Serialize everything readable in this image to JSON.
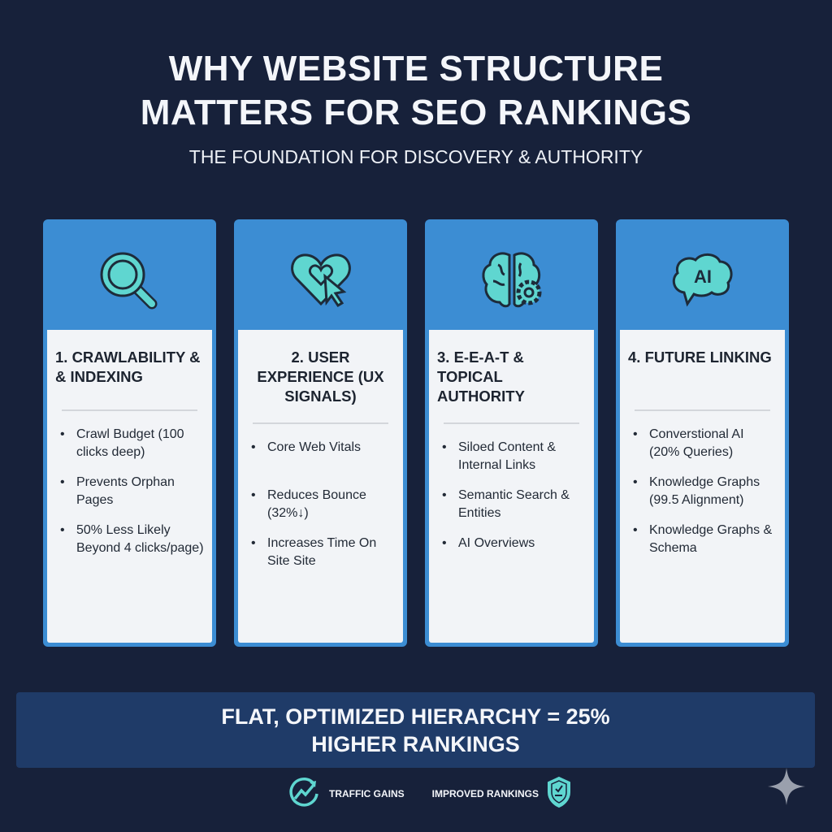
{
  "header": {
    "title_line1": "WHY WEBSITE STRUCTURE",
    "title_line2": "MATTERS FOR SEO RANKINGS",
    "subtitle": "THE FOUNDATION FOR DISCOVERY & AUTHORITY"
  },
  "cards": [
    {
      "icon": "magnifier-icon",
      "title": "1. CRAWLABILITY & & INDEXING",
      "bullets": [
        "Crawl Budget (100 clicks deep)",
        "Prevents Orphan Pages",
        "50% Less Likely Beyond 4 clicks/page)"
      ]
    },
    {
      "icon": "heart-cursor-icon",
      "title": "2. USER EXPERIENCE (UX SIGNALS)",
      "bullets": [
        "Core Web Vitals",
        "Reduces Bounce (32%↓)",
        "Increases Time On Site Site"
      ]
    },
    {
      "icon": "brain-gear-icon",
      "title": "3. E-E-A-T & TOPICAL AUTHORITY",
      "bullets": [
        "Siloed Content & Internal Links",
        "Semantic Search & Entities",
        "AI Overviews"
      ]
    },
    {
      "icon": "ai-chat-icon",
      "icon_text": "AI",
      "title": "4. FUTURE LINKING",
      "bullets": [
        "Converstional AI (20% Queries)",
        "Knowledge Graphs (99.5 Alignment)",
        "Knowledge Graphs & Schema"
      ]
    }
  ],
  "banner": {
    "line1": "FLAT, OPTIMIZED HIERARCHY = 25%",
    "line2": "HIGHER RANKINGS"
  },
  "footer": {
    "traffic": "TRAFFIC GAINS",
    "rankings": "IMPROVED RANKINGS"
  },
  "colors": {
    "background": "#17213a",
    "card": "#3c8dd3",
    "icon": "#5fd6d0",
    "banner": "#1f3b68"
  }
}
